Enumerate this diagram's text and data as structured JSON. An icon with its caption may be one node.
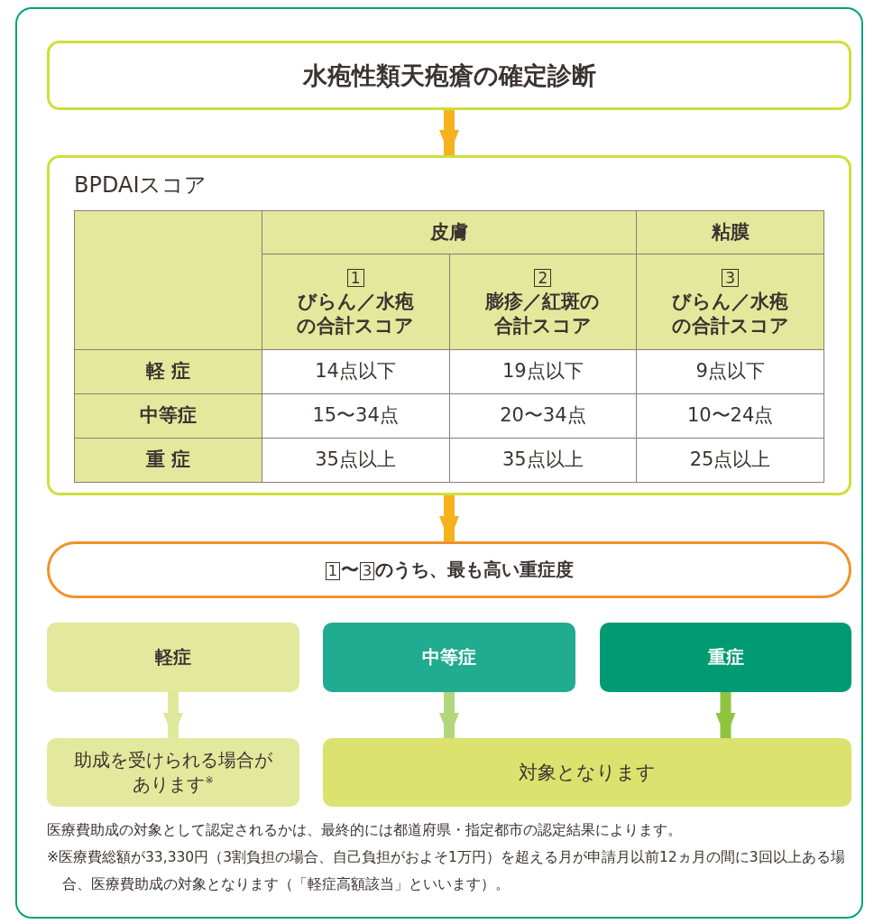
{
  "diagram": {
    "nodes": [
      {
        "text": [
          "水疱性類天疱瘡の確定診断"
        ]
      },
      {
        "text": [
          "BPDAIスコア"
        ]
      },
      {
        "text": [
          "1〜3のうち、最も高い重症度"
        ]
      },
      {
        "text": [
          "軽症"
        ]
      },
      {
        "text": [
          "中等症"
        ]
      },
      {
        "text": [
          "重症"
        ]
      },
      {
        "text": [
          "助成を受けられる場合があります$^{※}$"
        ]
      },
      {
        "text": [
          "対象となります"
        ]
      }
    ],
    "edges": [
      {
        "from": 0,
        "to": 1,
        "arrow": "to"
      },
      {
        "from": 1,
        "to": 2,
        "arrow": "to"
      },
      {
        "from": 3,
        "to": 6,
        "arrow": "to",
        "color": "#dfe89a"
      },
      {
        "from": 4,
        "to": 7,
        "arrow": "to",
        "color": "#b3d67c"
      },
      {
        "from": 5,
        "to": 7,
        "arrow": "to",
        "color": "#8fc43e"
      }
    ],
    "labels": [
      "皮膚",
      "粘膜",
      "1",
      "びらん／水疱の合計スコア",
      "2",
      "膨疹／紅斑の合計スコア",
      "3",
      "びらん／水疱の合計スコア",
      "軽 症",
      "14点以下",
      "19点以下",
      "9点以下",
      "中等症",
      "15〜34点",
      "20〜34点",
      "10〜24点",
      "重 症",
      "35点以上",
      "35点以上",
      "25点以上",
      "医療費助成の対象として認定されるかは、最終的には都道府県・指定都市の認定結果によります。",
      "※医療費総額が33,330円（3割負担の場合、自己負担がおよそ1万円）を超える月が申請月以前12ヵ月の間に3回以上ある場合、医療費助成の対象となります（「軽症高額該当」といいます）。"
    ]
  }
}
